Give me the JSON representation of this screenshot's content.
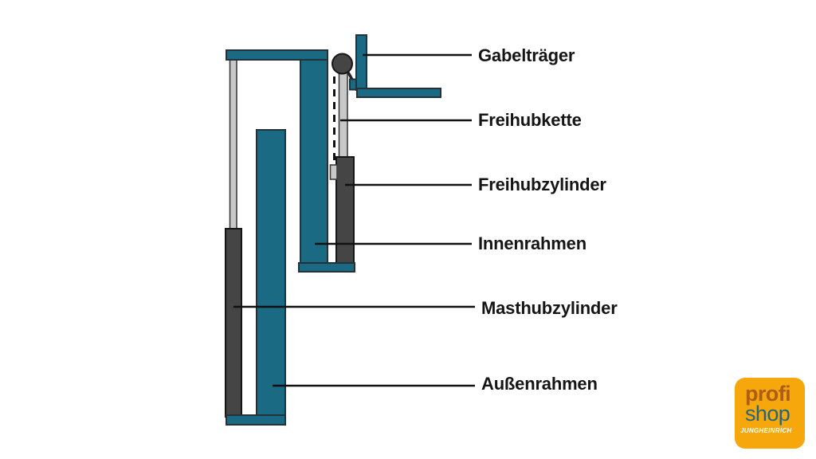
{
  "diagram": {
    "labels": [
      {
        "id": "gabeltraeger",
        "text": "Gabelträger"
      },
      {
        "id": "freihubkette",
        "text": "Freihubkette"
      },
      {
        "id": "freihubzylinder",
        "text": "Freihubzylinder"
      },
      {
        "id": "innenrahmen",
        "text": "Innenrahmen"
      },
      {
        "id": "masthubzylinder",
        "text": "Masthubzylinder"
      },
      {
        "id": "aussenrahmen",
        "text": "Außenrahmen"
      }
    ],
    "colors": {
      "frame_teal": "#1A6A84",
      "cylinder_dark_gray": "#454545",
      "rod_light_gray": "#C8C8C8",
      "outline": "#23313A",
      "leader_line": "#111111",
      "label_text": "#151515"
    }
  },
  "logo": {
    "profi": "profi",
    "shop": "shop",
    "brand": "JUNGHEINRICH",
    "colors": {
      "background": "#F5A70B",
      "profi": "#AC5D12",
      "shop": "#25657A",
      "brand": "#FFFFFF"
    }
  }
}
